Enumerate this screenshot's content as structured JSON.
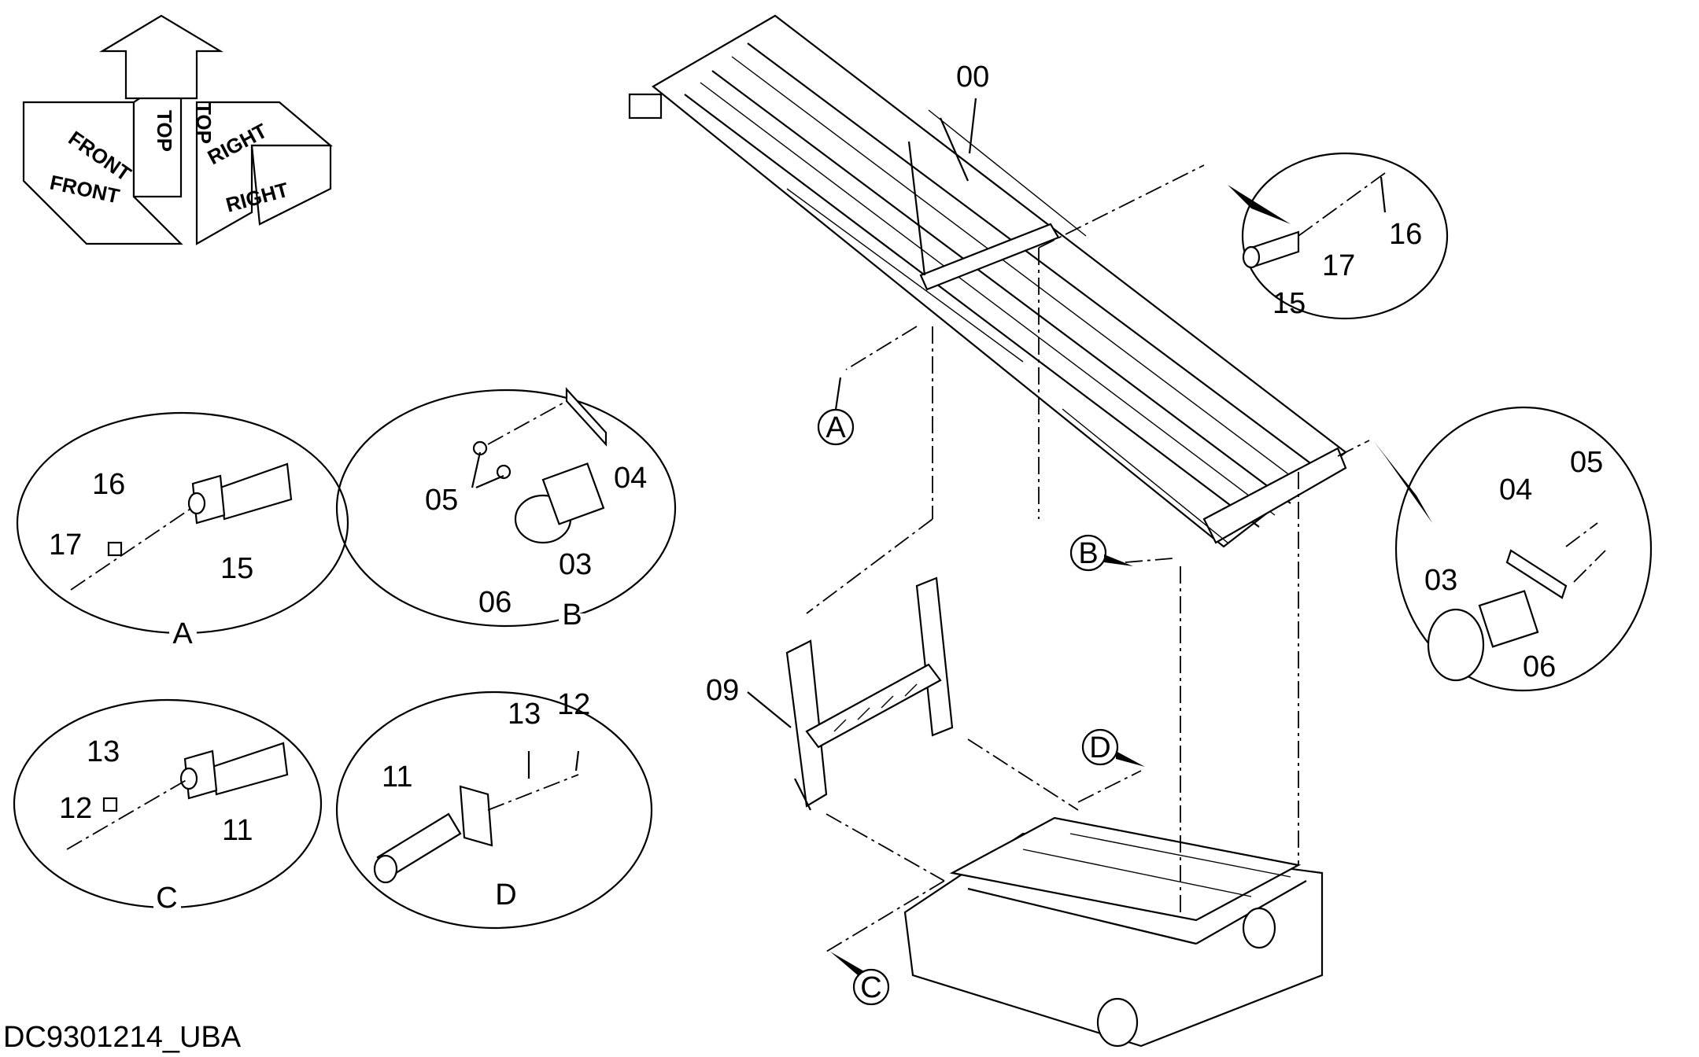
{
  "orientation": {
    "top": "TOP",
    "front": "FRONT",
    "right": "RIGHT"
  },
  "main_labels": {
    "assembly": "00",
    "support_frame": "09"
  },
  "callouts": [
    "A",
    "B",
    "C",
    "D"
  ],
  "details": {
    "A": {
      "caption": "A",
      "parts": [
        "16",
        "17",
        "15"
      ]
    },
    "B": {
      "caption": "B",
      "parts": [
        "05",
        "04",
        "03",
        "06"
      ]
    },
    "C": {
      "caption": "C",
      "parts": [
        "13",
        "12",
        "11"
      ]
    },
    "D": {
      "caption": "D",
      "parts": [
        "11",
        "13",
        "12"
      ]
    },
    "top_right": {
      "parts": [
        "16",
        "17",
        "15"
      ]
    },
    "right": {
      "parts": [
        "04",
        "05",
        "03",
        "06"
      ]
    }
  },
  "drawing_code": "DC9301214_UBA"
}
